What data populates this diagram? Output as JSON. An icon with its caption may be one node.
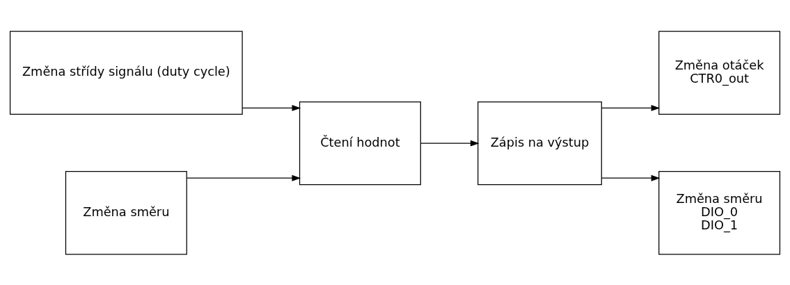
{
  "diagram": {
    "nodes": [
      {
        "text": [
          "Změna střídy signálu (duty cycle)"
        ]
      },
      {
        "text": [
          "Čtení hodnot"
        ]
      },
      {
        "text": [
          "Zápis na výstup"
        ]
      },
      {
        "text": [
          "Změna otáček",
          "CTR0_out"
        ]
      },
      {
        "text": [
          "Změna směru"
        ]
      },
      {
        "text": [
          "Změna směru",
          "DIO_0",
          "DIO_1"
        ]
      }
    ],
    "edges": [
      {
        "from": 0,
        "to": 1,
        "arrow": "to"
      },
      {
        "from": 1,
        "to": 2,
        "arrow": "to"
      },
      {
        "from": 2,
        "to": 3,
        "arrow": "to"
      },
      {
        "from": 4,
        "to": 1,
        "arrow": "to"
      },
      {
        "from": 2,
        "to": 5,
        "arrow": "to"
      }
    ]
  }
}
